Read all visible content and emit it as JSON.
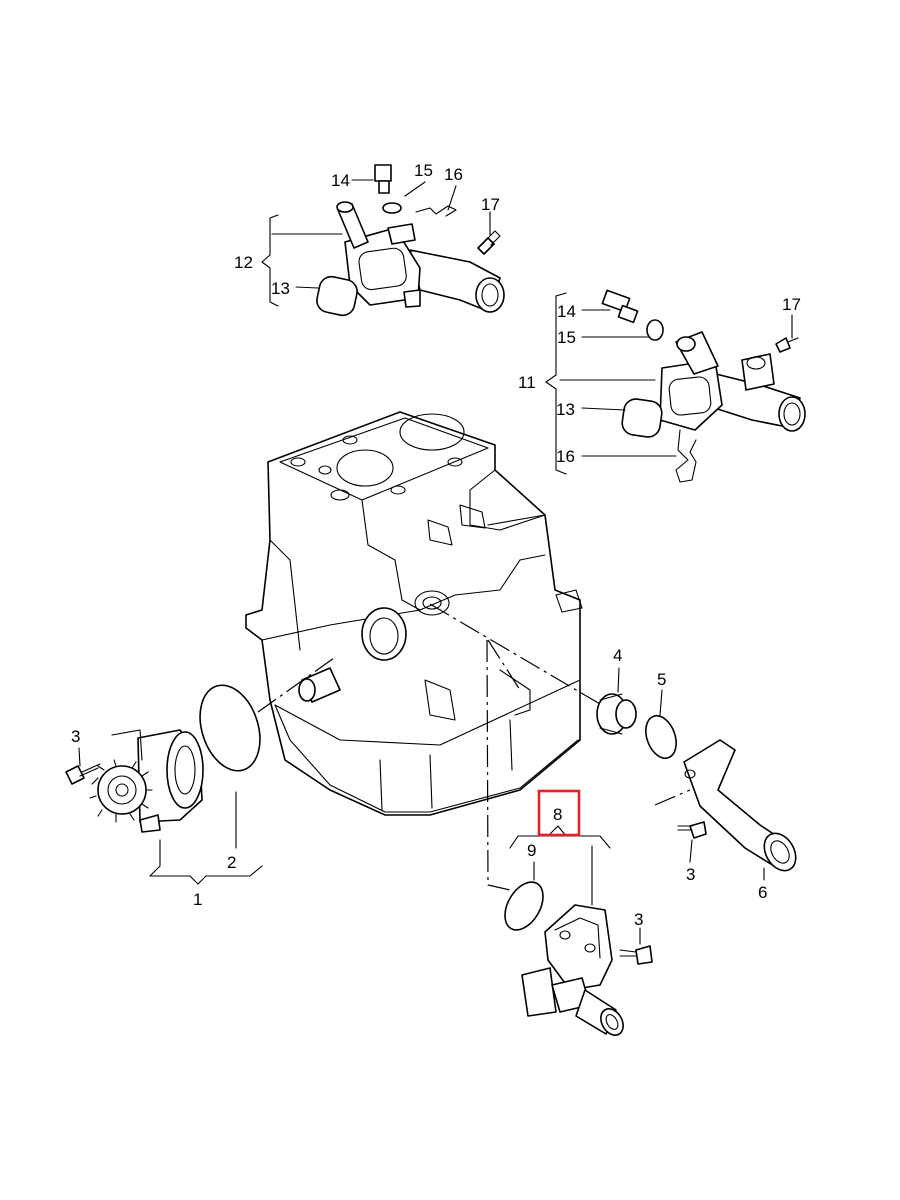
{
  "callouts": {
    "c1": "1",
    "c2": "2",
    "c3a": "3",
    "c3b": "3",
    "c3c": "3",
    "c4": "4",
    "c5": "5",
    "c6": "6",
    "c8": "8",
    "c9": "9",
    "c11": "11",
    "c12": "12",
    "c13a": "13",
    "c13b": "13",
    "c14a": "14",
    "c14b": "14",
    "c15a": "15",
    "c15b": "15",
    "c16a": "16",
    "c16b": "16",
    "c17a": "17",
    "c17b": "17"
  },
  "highlight": {
    "callout": "8",
    "color": "#e8202a"
  }
}
